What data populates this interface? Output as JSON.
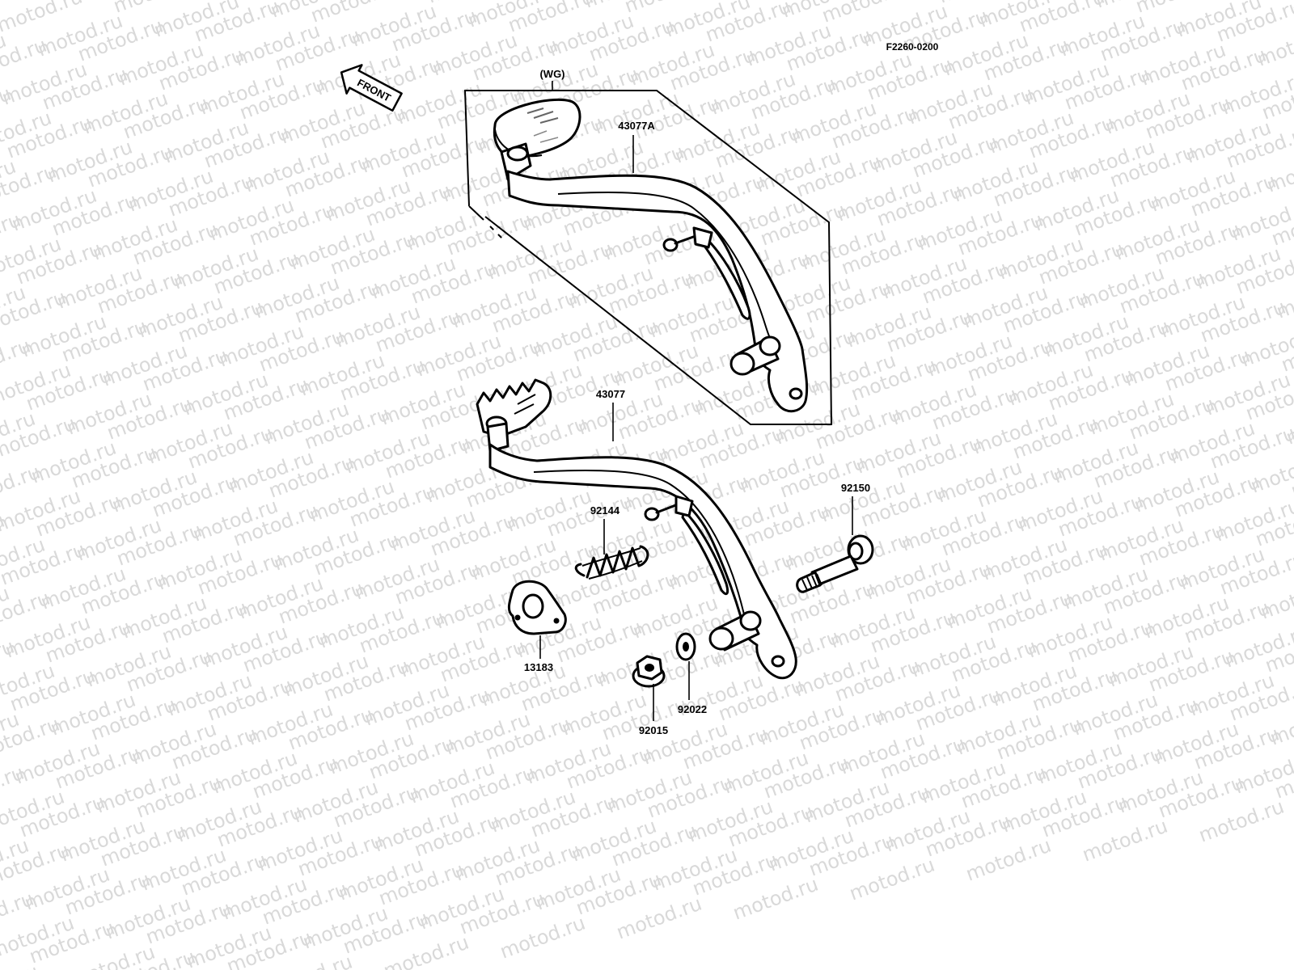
{
  "figure_code": "F2260-0200",
  "front_label": "FRONT",
  "variant_label": "(WG)",
  "watermark_text": "motod.ru",
  "parts": {
    "pedal_wg": "43077A",
    "pedal": "43077",
    "spring": "92144",
    "bolt": "92150",
    "gasket": "13183",
    "nut": "92015",
    "washer": "92022"
  }
}
